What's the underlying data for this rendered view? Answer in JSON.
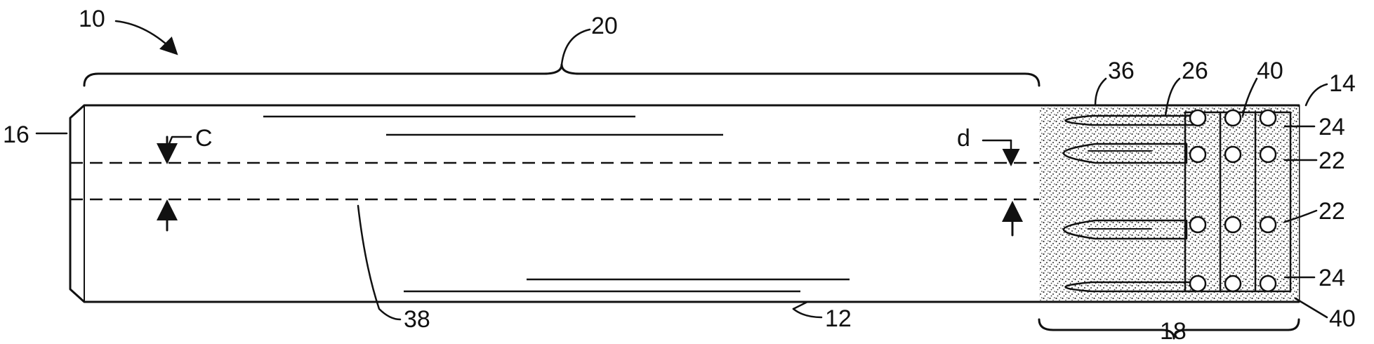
{
  "figure": {
    "labels": {
      "ref_10": "10",
      "ref_20": "20",
      "ref_16": "16",
      "ref_c": "C",
      "ref_d": "d",
      "ref_36": "36",
      "ref_26": "26",
      "ref_40_top": "40",
      "ref_14": "14",
      "ref_24_top": "24",
      "ref_22_upper": "22",
      "ref_22_lower": "22",
      "ref_24_bottom": "24",
      "ref_40_bottom": "40",
      "ref_38": "38",
      "ref_12": "12",
      "ref_18": "18"
    },
    "colors": {
      "ink": "#111111",
      "background": "#ffffff",
      "stipple": "#4a4a4a"
    }
  }
}
